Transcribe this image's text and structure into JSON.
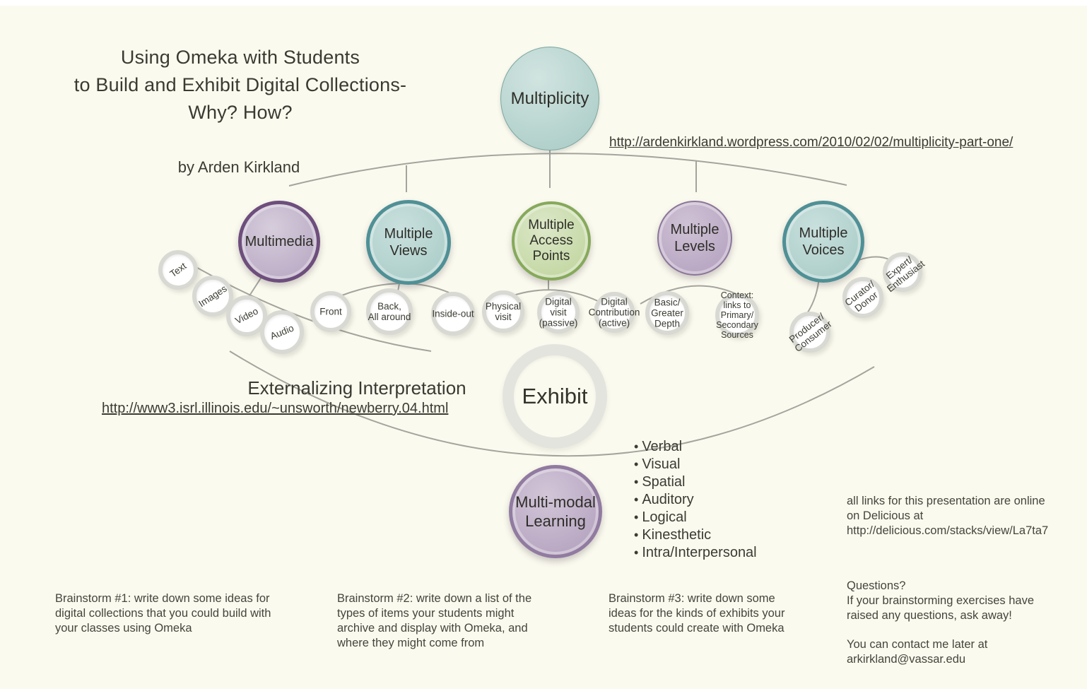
{
  "title": "Using Omeka with Students\nto Build and Exhibit Digital Collections-\nWhy? How?",
  "byline": "by Arden Kirkland",
  "root": {
    "label": "Multiplicity",
    "url": "http://ardenkirkland.wordpress.com/2010/02/02/multiplicity-part-one/"
  },
  "branches": [
    {
      "label": "Multimedia",
      "children": [
        "Text",
        "Images",
        "Video",
        "Audio"
      ]
    },
    {
      "label": "Multiple\nViews",
      "children": [
        "Front",
        "Back,\nAll around",
        "Inside-out"
      ]
    },
    {
      "label": "Multiple\nAccess\nPoints",
      "children": [
        "Physical\nvisit",
        "Digital\nvisit\n(passive)",
        "Digital\nContribution\n(active)"
      ]
    },
    {
      "label": "Multiple\nLevels",
      "children": [
        "Basic/\nGreater\nDepth",
        "Context:\nlinks to\nPrimary/\nSecondary\nSources"
      ]
    },
    {
      "label": "Multiple\nVoices",
      "children": [
        "Producer/\nConsumer",
        "Curator/\nDonor",
        "Expert/\nEnthusiast"
      ]
    }
  ],
  "exhibit": {
    "label": "Exhibit",
    "heading": "Externalizing Interpretation",
    "url": "http://www3.isrl.illinois.edu/~unsworth/newberry.04.html"
  },
  "multimodal": {
    "label": "Multi-modal\nLearning",
    "styles": [
      "Verbal",
      "Visual",
      "Spatial",
      "Auditory",
      "Logical",
      "Kinesthetic",
      "Intra/Interpersonal"
    ]
  },
  "notes": {
    "delicious": "all links for this presentation are online\non Delicious at\nhttp://delicious.com/stacks/view/La7ta7",
    "brainstorm1": "Brainstorm #1: write down some ideas for\ndigital collections that you could build with\nyour classes using Omeka",
    "brainstorm2": "Brainstorm #2: write down a list of the\ntypes of items your students might\narchive and display with Omeka, and\nwhere they might come from",
    "brainstorm3": "Brainstorm #3: write down some\nideas for the kinds of exhibits your\nstudents could create with Omeka",
    "questions": "Questions?\nIf your brainstorming exercises have\nraised any questions, ask away!",
    "contact": "You can contact me later at\narkirkland@vassar.edu"
  },
  "colors": {
    "background": "#fbfaef",
    "teal": "#aecfcb",
    "purple": "#bdaec7",
    "green": "#c4d8a4",
    "line": "#9b9b95"
  }
}
